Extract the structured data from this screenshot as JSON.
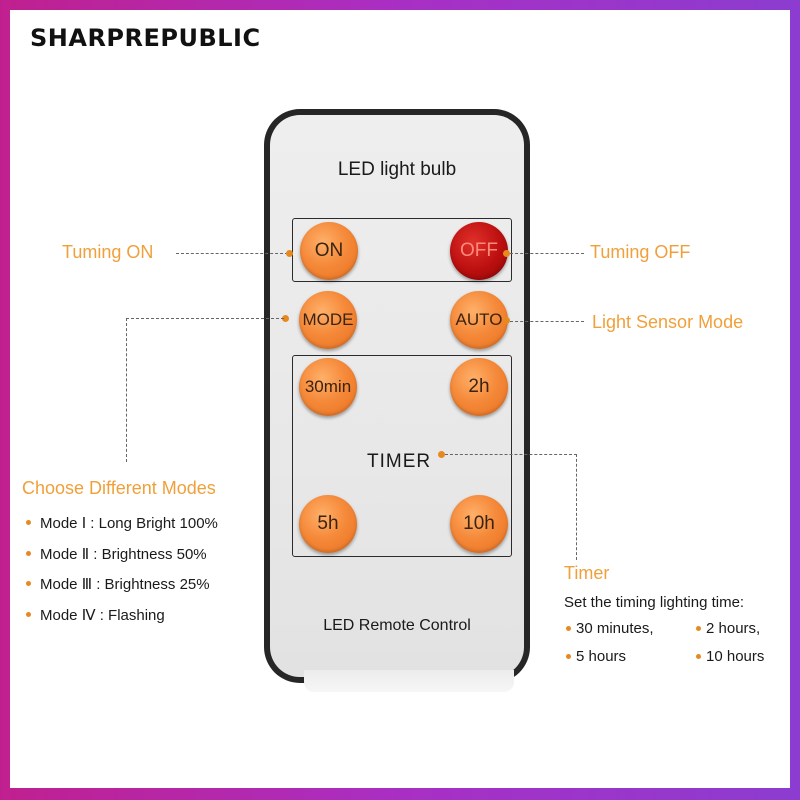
{
  "brand": "SHARPREPUBLIC",
  "remote": {
    "title": "LED light bulb",
    "footer": "LED Remote Control",
    "buttons": {
      "on": "ON",
      "off": "OFF",
      "mode": "MODE",
      "auto": "AUTO",
      "t30": "30min",
      "t2h": "2h",
      "t5h": "5h",
      "t10h": "10h"
    },
    "timer_label": "TIMER"
  },
  "callouts": {
    "turning_on": "Tuming ON",
    "turning_off": "Tuming OFF",
    "light_sensor": "Light Sensor Mode",
    "choose_modes": "Choose Different Modes",
    "timer": "Timer"
  },
  "modes": [
    "Mode Ⅰ :  Long Bright 100%",
    "Mode Ⅱ : Brightness 50%",
    "Mode Ⅲ : Brightness 25%",
    "Mode Ⅳ : Flashing"
  ],
  "timer_info": {
    "description": "Set the timing lighting time:",
    "options": [
      "30 minutes,",
      "2 hours,",
      "5 hours",
      "10 hours"
    ]
  },
  "colors": {
    "accent": "#f0a03a",
    "button_orange": "#f58a3a",
    "button_red": "#bb0f0f",
    "frame": "#b02aa8"
  }
}
